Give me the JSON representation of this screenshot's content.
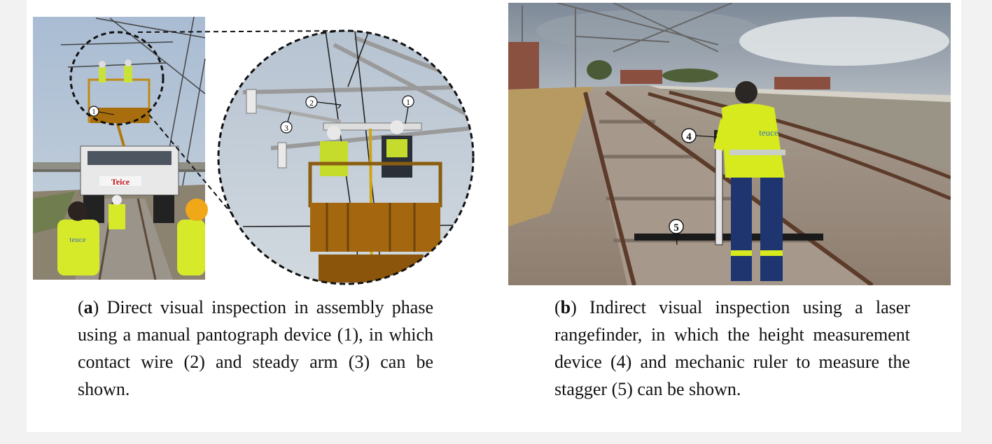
{
  "figure_a": {
    "markers": [
      "1",
      "2",
      "3",
      "1"
    ],
    "truck_logo": "Teice",
    "vest_logo": "teuce",
    "caption": {
      "label": "a",
      "text": " Direct visual inspection in assembly phase using a manual pantograph device (1), in which contact wire (2) and steady arm (3) can be shown."
    }
  },
  "figure_b": {
    "markers": [
      "4",
      "5"
    ],
    "vest_logo": "teuce",
    "caption": {
      "label": "b",
      "text": " Indirect visual inspection using a laser rangefinder, in which the height measurement device (4) and mechanic ruler to measure the stagger (5) can be shown."
    }
  }
}
